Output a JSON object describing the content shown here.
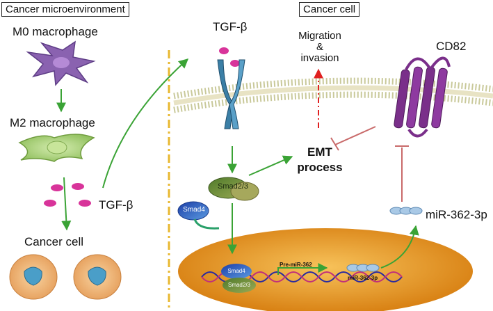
{
  "titles": {
    "microenvironment": "Cancer microenvironment",
    "cancer_cell": "Cancer cell"
  },
  "left": {
    "m0": "M0 macrophage",
    "m2": "M2 macrophage",
    "tgf_beta": "TGF-β",
    "cancer_cell": "Cancer cell"
  },
  "right": {
    "tgf_beta": "TGF-β",
    "migration": "Migration",
    "amp": "&",
    "invasion": "invasion",
    "cd82": "CD82",
    "emt_line1": "EMT",
    "emt_line2": "process",
    "smad23": "Smad2/3",
    "smad4": "Smad4",
    "mir": "miR-362-3p",
    "nuc_smad4": "Smad4",
    "nuc_smad23": "Smad2/3",
    "pre_mir": "Pre-miR-362",
    "nuc_mir": "miR-362-3p"
  },
  "colors": {
    "arrow_green": "#3aa335",
    "inhibit_red": "#c96a6a",
    "divider_yellow": "#e8b830",
    "membrane": "#c7c996",
    "nucleus": "#e08a16",
    "macrophage_purple": "#8a62b0",
    "m2_green": "#a8cf7a",
    "tgf_pink": "#d8349a",
    "receptor_blue": "#3b7fa6",
    "cd82_purple": "#7a2f8a",
    "smad23_green": "#6f8f3a",
    "smad4_blue": "#2d56c0",
    "cancer_cell_orange": "#f0b070",
    "cancer_nucleus": "#4a9ec8"
  }
}
